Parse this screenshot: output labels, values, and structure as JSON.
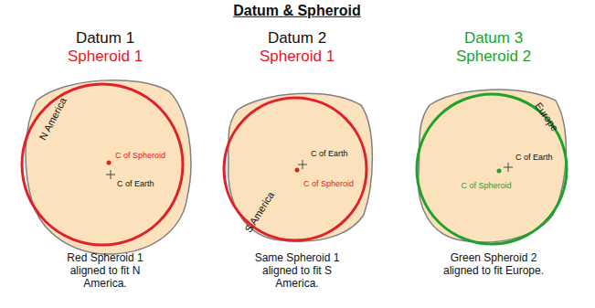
{
  "diagram": {
    "title": "Datum & Spheroid",
    "labels": [
      "Datum 1",
      "Spheroid 1",
      "Datum 2",
      "Spheroid 1",
      "Datum 3",
      "Spheroid 2",
      "N America",
      "C of Spheroid",
      "C of Earth",
      "C of Earth",
      "C of Spheroid",
      "S America",
      "Europe",
      "C of Earth",
      "C of Spheroid",
      "Red Spheroid 1 aligned to fit N America.",
      "Same Spheroid 1 aligned to fit S America.",
      "Green Spheroid 2 aligned to fit Europe."
    ]
  }
}
